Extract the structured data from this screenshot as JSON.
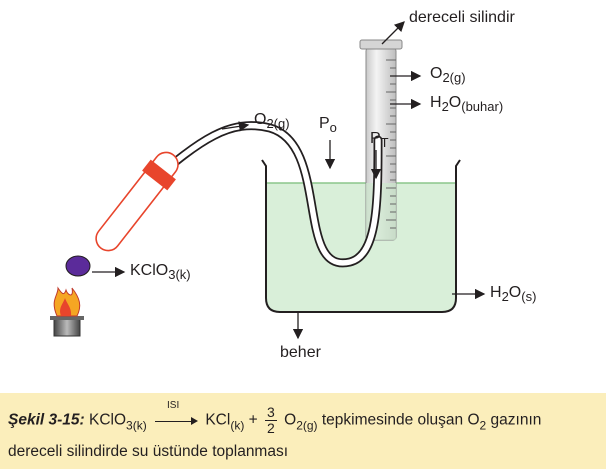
{
  "labels": {
    "cylinder": "dereceli silindir",
    "o2_gas_main": "O",
    "o2_gas_main_sub": "2(g)",
    "h2o_vapor_main": "H",
    "h2o_vapor_sub1": "2",
    "h2o_vapor_o": "O",
    "h2o_vapor_sub2": "(buhar)",
    "o2_tube_main": "O",
    "o2_tube_sub": "2(g)",
    "po_main": "P",
    "po_sub": "o",
    "pt_main": "P",
    "pt_sub": "T",
    "kclo3_main": "KClO",
    "kclo3_sub": "3(k)",
    "h2o_liquid_main": "H",
    "h2o_liquid_sub1": "2",
    "h2o_liquid_o": "O",
    "h2o_liquid_sub2": "(s)",
    "beaker": "beher"
  },
  "caption": {
    "figure_no": "Şekil 3-15:",
    "reactant": "KClO",
    "reactant_sub": "3(k)",
    "arrow_label": "ISI",
    "product1": "KCl",
    "product1_sub": "(k)",
    "plus": "+",
    "frac_num": "3",
    "frac_den": "2",
    "product2": "O",
    "product2_sub": "2",
    "product2_state": "(g)",
    "text1": "tepkimesinde oluşan O",
    "text1_sub": "2",
    "text2": "gazının",
    "line2": "dereceli silindirde su üstünde toplanması"
  },
  "colors": {
    "water": "#d9efd9",
    "stopper": "#e8452c",
    "tube_outline": "#e8452c",
    "kclo3": "#5b2b9a",
    "caption_bg": "#fbeebb"
  }
}
